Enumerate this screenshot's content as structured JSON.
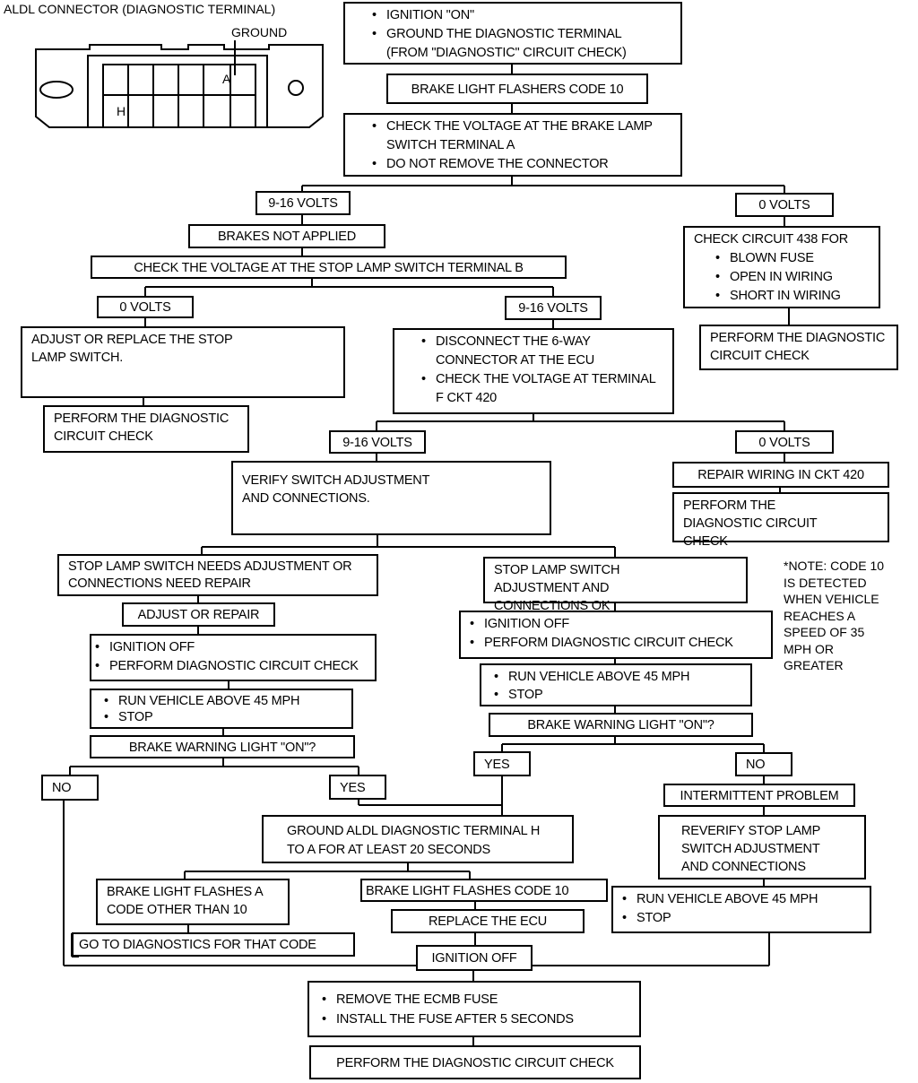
{
  "connector": {
    "title": "ALDL CONNECTOR (DIAGNOSTIC TERMINAL)",
    "ground_label": "GROUND",
    "pin_a": "A",
    "pin_h": "H"
  },
  "boxes": {
    "start": [
      "IGNITION \"ON\"",
      "GROUND THE DIAGNOSTIC TERMINAL",
      "(FROM \"DIAGNOSTIC\" CIRCUIT CHECK)"
    ],
    "code10": "BRAKE LIGHT FLASHERS CODE 10",
    "check_a": [
      "CHECK THE VOLTAGE AT THE BRAKE LAMP SWITCH TERMINAL A",
      "DO NOT REMOVE THE CONNECTOR"
    ],
    "v916_a": "9-16 VOLTS",
    "v0_a": "0 VOLTS",
    "brakes_not_applied": "BRAKES NOT APPLIED",
    "check_b": "CHECK THE VOLTAGE AT THE STOP LAMP SWITCH TERMINAL B",
    "ckt438_title": "CHECK CIRCUIT 438 FOR",
    "ckt438_items": [
      "BLOWN FUSE",
      "OPEN IN WIRING",
      "SHORT IN WIRING"
    ],
    "perform_a": "PERFORM THE DIAGNOSTIC CIRCUIT CHECK",
    "v0_b": "0 VOLTS",
    "v916_b": "9-16 VOLTS",
    "adjust_switch": "ADJUST OR REPLACE THE STOP LAMP SWITCH.",
    "perform_b": "PERFORM THE DIAGNOSTIC CIRCUIT CHECK",
    "disconnect": [
      "DISCONNECT THE 6-WAY CONNECTOR AT THE ECU",
      "CHECK THE VOLTAGE AT TERMINAL F CKT 420"
    ],
    "v916_c": "9-16 VOLTS",
    "v0_c": "0 VOLTS",
    "verify": "VERIFY SWITCH ADJUSTMENT AND CONNECTIONS.",
    "repair420": "REPAIR WIRING IN CKT 420",
    "perform_c": "PERFORM THE DIAGNOSTIC CIRCUIT CHECK",
    "needs_adj": "STOP LAMP SWITCH NEEDS ADJUSTMENT OR CONNECTIONS NEED REPAIR",
    "adj_ok": "STOP LAMP SWITCH ADJUSTMENT AND CONNECTIONS OK",
    "adjust_repair": "ADJUST OR REPAIR",
    "ign_off_l": [
      "IGNITION OFF",
      "PERFORM DIAGNOSTIC CIRCUIT CHECK"
    ],
    "ign_off_r": [
      "IGNITION OFF",
      "PERFORM DIAGNOSTIC CIRCUIT CHECK"
    ],
    "run_l": [
      "RUN VEHICLE ABOVE 45 MPH",
      "STOP"
    ],
    "run_r": [
      "RUN VEHICLE ABOVE 45 MPH",
      "STOP"
    ],
    "bwl_l": "BRAKE WARNING LIGHT \"ON\"?",
    "bwl_r": "BRAKE WARNING LIGHT \"ON\"?",
    "no_l": "NO",
    "yes_l": "YES",
    "yes_r": "YES",
    "no_r": "NO",
    "intermittent": "INTERMITTENT PROBLEM",
    "reverify": "REVERIFY STOP LAMP SWITCH ADJUSTMENT AND CONNECTIONS",
    "ground_aldl": "GROUND ALDL DIAGNOSTIC TERMINAL H TO A FOR AT LEAST 20 SECONDS",
    "other_code": "BRAKE LIGHT FLASHES A CODE OTHER THAN 10",
    "flashes10": "BRAKE LIGHT FLASHES CODE 10",
    "run_far": [
      "RUN VEHICLE ABOVE 45 MPH",
      "STOP"
    ],
    "goto_diag": "GO TO DIAGNOSTICS FOR THAT CODE",
    "replace_ecu": "REPLACE THE ECU",
    "ign_off_final": "IGNITION OFF",
    "remove_fuse": [
      "REMOVE THE ECMB FUSE",
      "INSTALL THE FUSE AFTER 5 SECONDS"
    ],
    "perform_final": "PERFORM THE DIAGNOSTIC CIRCUIT CHECK"
  },
  "note": [
    "*NOTE: CODE 10",
    "IS DETECTED",
    "WHEN VEHICLE",
    "REACHES A",
    "SPEED OF 35",
    "MPH OR",
    "GREATER"
  ]
}
